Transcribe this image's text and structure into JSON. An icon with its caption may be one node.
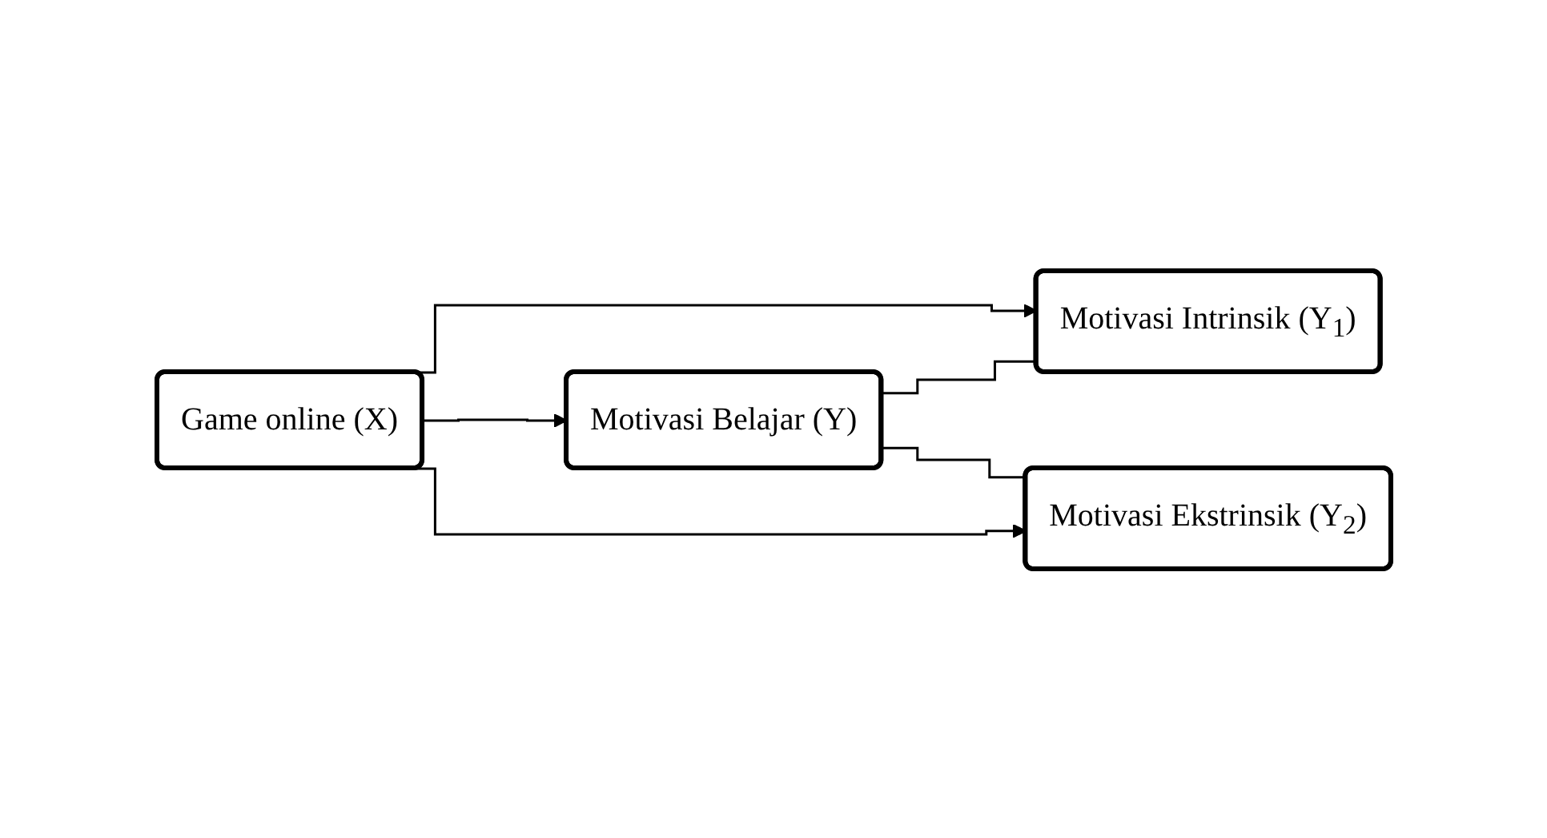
{
  "diagram": {
    "nodes": [
      {
        "text": [
          "Game online (X)"
        ]
      },
      {
        "text": [
          "Motivasi Belajar (Y)"
        ]
      },
      {
        "text": [
          "Motivasi Intrinsik (Y$_{1}$)"
        ]
      },
      {
        "text": [
          "Motivasi Ekstrinsik (Y$_{2}$)"
        ]
      }
    ],
    "edges": [
      {
        "from": 0,
        "to": 2,
        "arrow": "to"
      },
      {
        "from": 0,
        "to": 1,
        "arrow": "to"
      },
      {
        "from": 0,
        "to": 3,
        "arrow": "to"
      },
      {
        "from": 1,
        "to": 2,
        "arrow": "none"
      },
      {
        "from": 1,
        "to": 3,
        "arrow": "none"
      }
    ]
  }
}
